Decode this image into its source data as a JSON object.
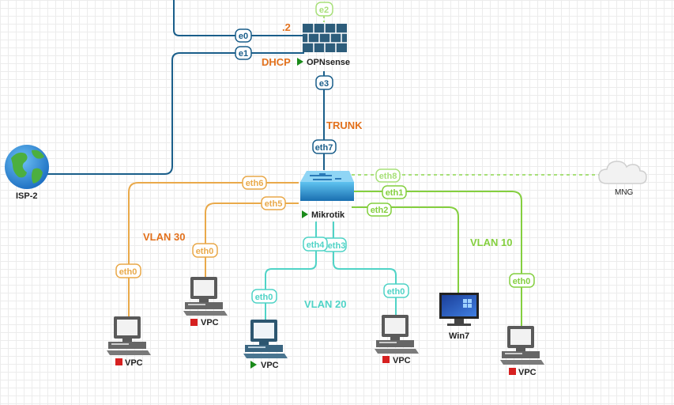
{
  "colors": {
    "wan": "#1a5e8a",
    "vlan30": "#e9a94a",
    "vlan20": "#4fd3c6",
    "vlan10": "#84cf3f",
    "mng": "#a8e07a",
    "orange_text": "#e2711d",
    "run": "#1a8a1a",
    "stop": "#d62020"
  },
  "nodes": {
    "opnsense": {
      "label": "OPNsense",
      "status": "running"
    },
    "mikrotik": {
      "label": "Mikrotik",
      "status": "running"
    },
    "isp2": {
      "label": "ISP-2"
    },
    "mng": {
      "label": "MNG"
    },
    "win7": {
      "label": "Win7"
    },
    "vpc1": {
      "label": "VPC",
      "status": "stopped"
    },
    "vpc2": {
      "label": "VPC",
      "status": "stopped"
    },
    "vpc3": {
      "label": "VPC",
      "status": "running"
    },
    "vpc4": {
      "label": "VPC",
      "status": "stopped"
    },
    "vpc5": {
      "label": "VPC",
      "status": "stopped"
    }
  },
  "ports": {
    "opn_e0": "e0",
    "opn_e1": "e1",
    "opn_e2": "e2",
    "opn_e3": "e3",
    "mk_eth7": "eth7",
    "mk_eth6": "eth6",
    "mk_eth5": "eth5",
    "mk_eth8": "eth8",
    "mk_eth1": "eth1",
    "mk_eth2": "eth2",
    "mk_eth4": "eth4",
    "mk_eth3": "eth3",
    "vpc1_eth0": "eth0",
    "vpc2_eth0": "eth0",
    "vpc3_eth0": "eth0",
    "vpc4_eth0": "eth0",
    "vpc5_eth0": "eth0"
  },
  "annotations": {
    "dot2": ".2",
    "dhcp": "DHCP",
    "trunk": "TRUNK",
    "vlan30": "VLAN 30",
    "vlan20": "VLAN 20",
    "vlan10": "VLAN 10"
  }
}
